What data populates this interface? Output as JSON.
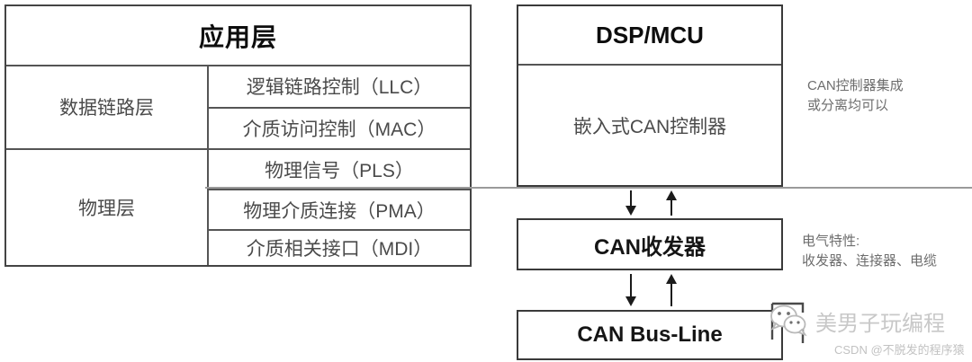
{
  "diagram": {
    "title_hidden": "CAN bus protocol layer architecture",
    "osi_table": {
      "header": "应用层",
      "rows": [
        {
          "layer": "数据链路层",
          "sublayers": [
            "逻辑链路控制（LLC）",
            "介质访问控制（MAC）"
          ]
        },
        {
          "layer": "物理层",
          "sublayers": [
            "物理信号（PLS）",
            "物理介质连接（PMA）",
            "介质相关接口（MDI）"
          ]
        }
      ]
    },
    "right_column": {
      "mcu_box": {
        "title": "DSP/MCU",
        "body": "嵌入式CAN控制器"
      },
      "transceiver_box": {
        "label": "CAN收发器"
      },
      "busline_box": {
        "label": "CAN Bus-Line"
      }
    },
    "notes": [
      {
        "id": "controller-note",
        "text": "CAN控制器集成\n或分离均可以"
      },
      {
        "id": "electrical-note",
        "text": "电气特性:\n收发器、连接器、电缆"
      }
    ],
    "arrows": [
      {
        "id": "mcu-to-transceiver",
        "direction": "down"
      },
      {
        "id": "transceiver-to-mcu",
        "direction": "up"
      },
      {
        "id": "transceiver-to-bus",
        "direction": "down"
      },
      {
        "id": "bus-to-transceiver",
        "direction": "up"
      }
    ],
    "watermark": {
      "logo": "wechat-logo-icon",
      "account": "美男子玩编程",
      "credit": "CSDN @不脱发的程序猿"
    },
    "colors": {
      "border": "#3a3a3a",
      "table_border": "#444444",
      "divider": "#9a9a9a",
      "title_text": "#0d0d0d",
      "body_text": "#4a4a4a",
      "note_text": "#6d6d6d",
      "arrow": "#1b1b1b",
      "watermark": "#c8c8c8",
      "background": "#ffffff"
    }
  }
}
